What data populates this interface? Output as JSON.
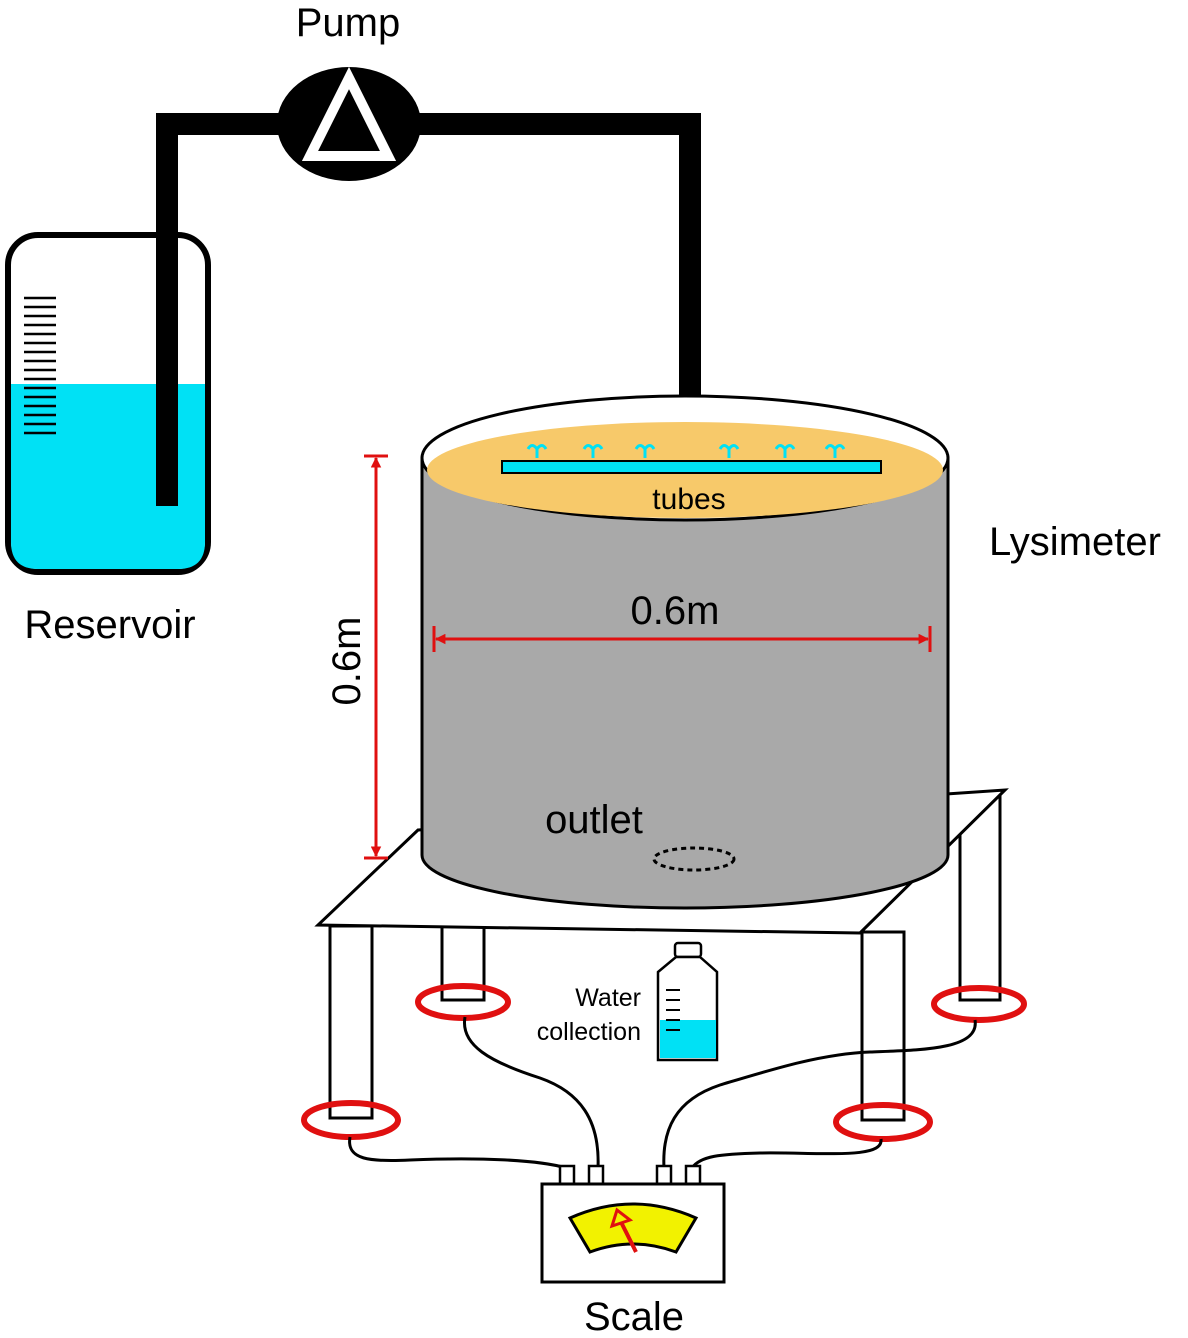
{
  "labels": {
    "pump": "Pump",
    "reservoir": "Reservoir",
    "lysimeter": "Lysimeter",
    "tubes": "tubes",
    "width_dim": "0.6m",
    "height_dim": "0.6m",
    "outlet": "outlet",
    "water_collection_line1": "Water",
    "water_collection_line2": "collection",
    "scale": "Scale"
  },
  "colors": {
    "water": "#00e1f5",
    "soil": "#f7c96a",
    "tank_body": "#a9a9a9",
    "dimension": "#e01010",
    "load_ring": "#e01010",
    "gauge_face": "#f2f200",
    "pipe": "#000000"
  },
  "icons": {
    "pump": "triangle-in-circle-pump-icon",
    "scale_gauge": "needle-gauge-icon"
  }
}
